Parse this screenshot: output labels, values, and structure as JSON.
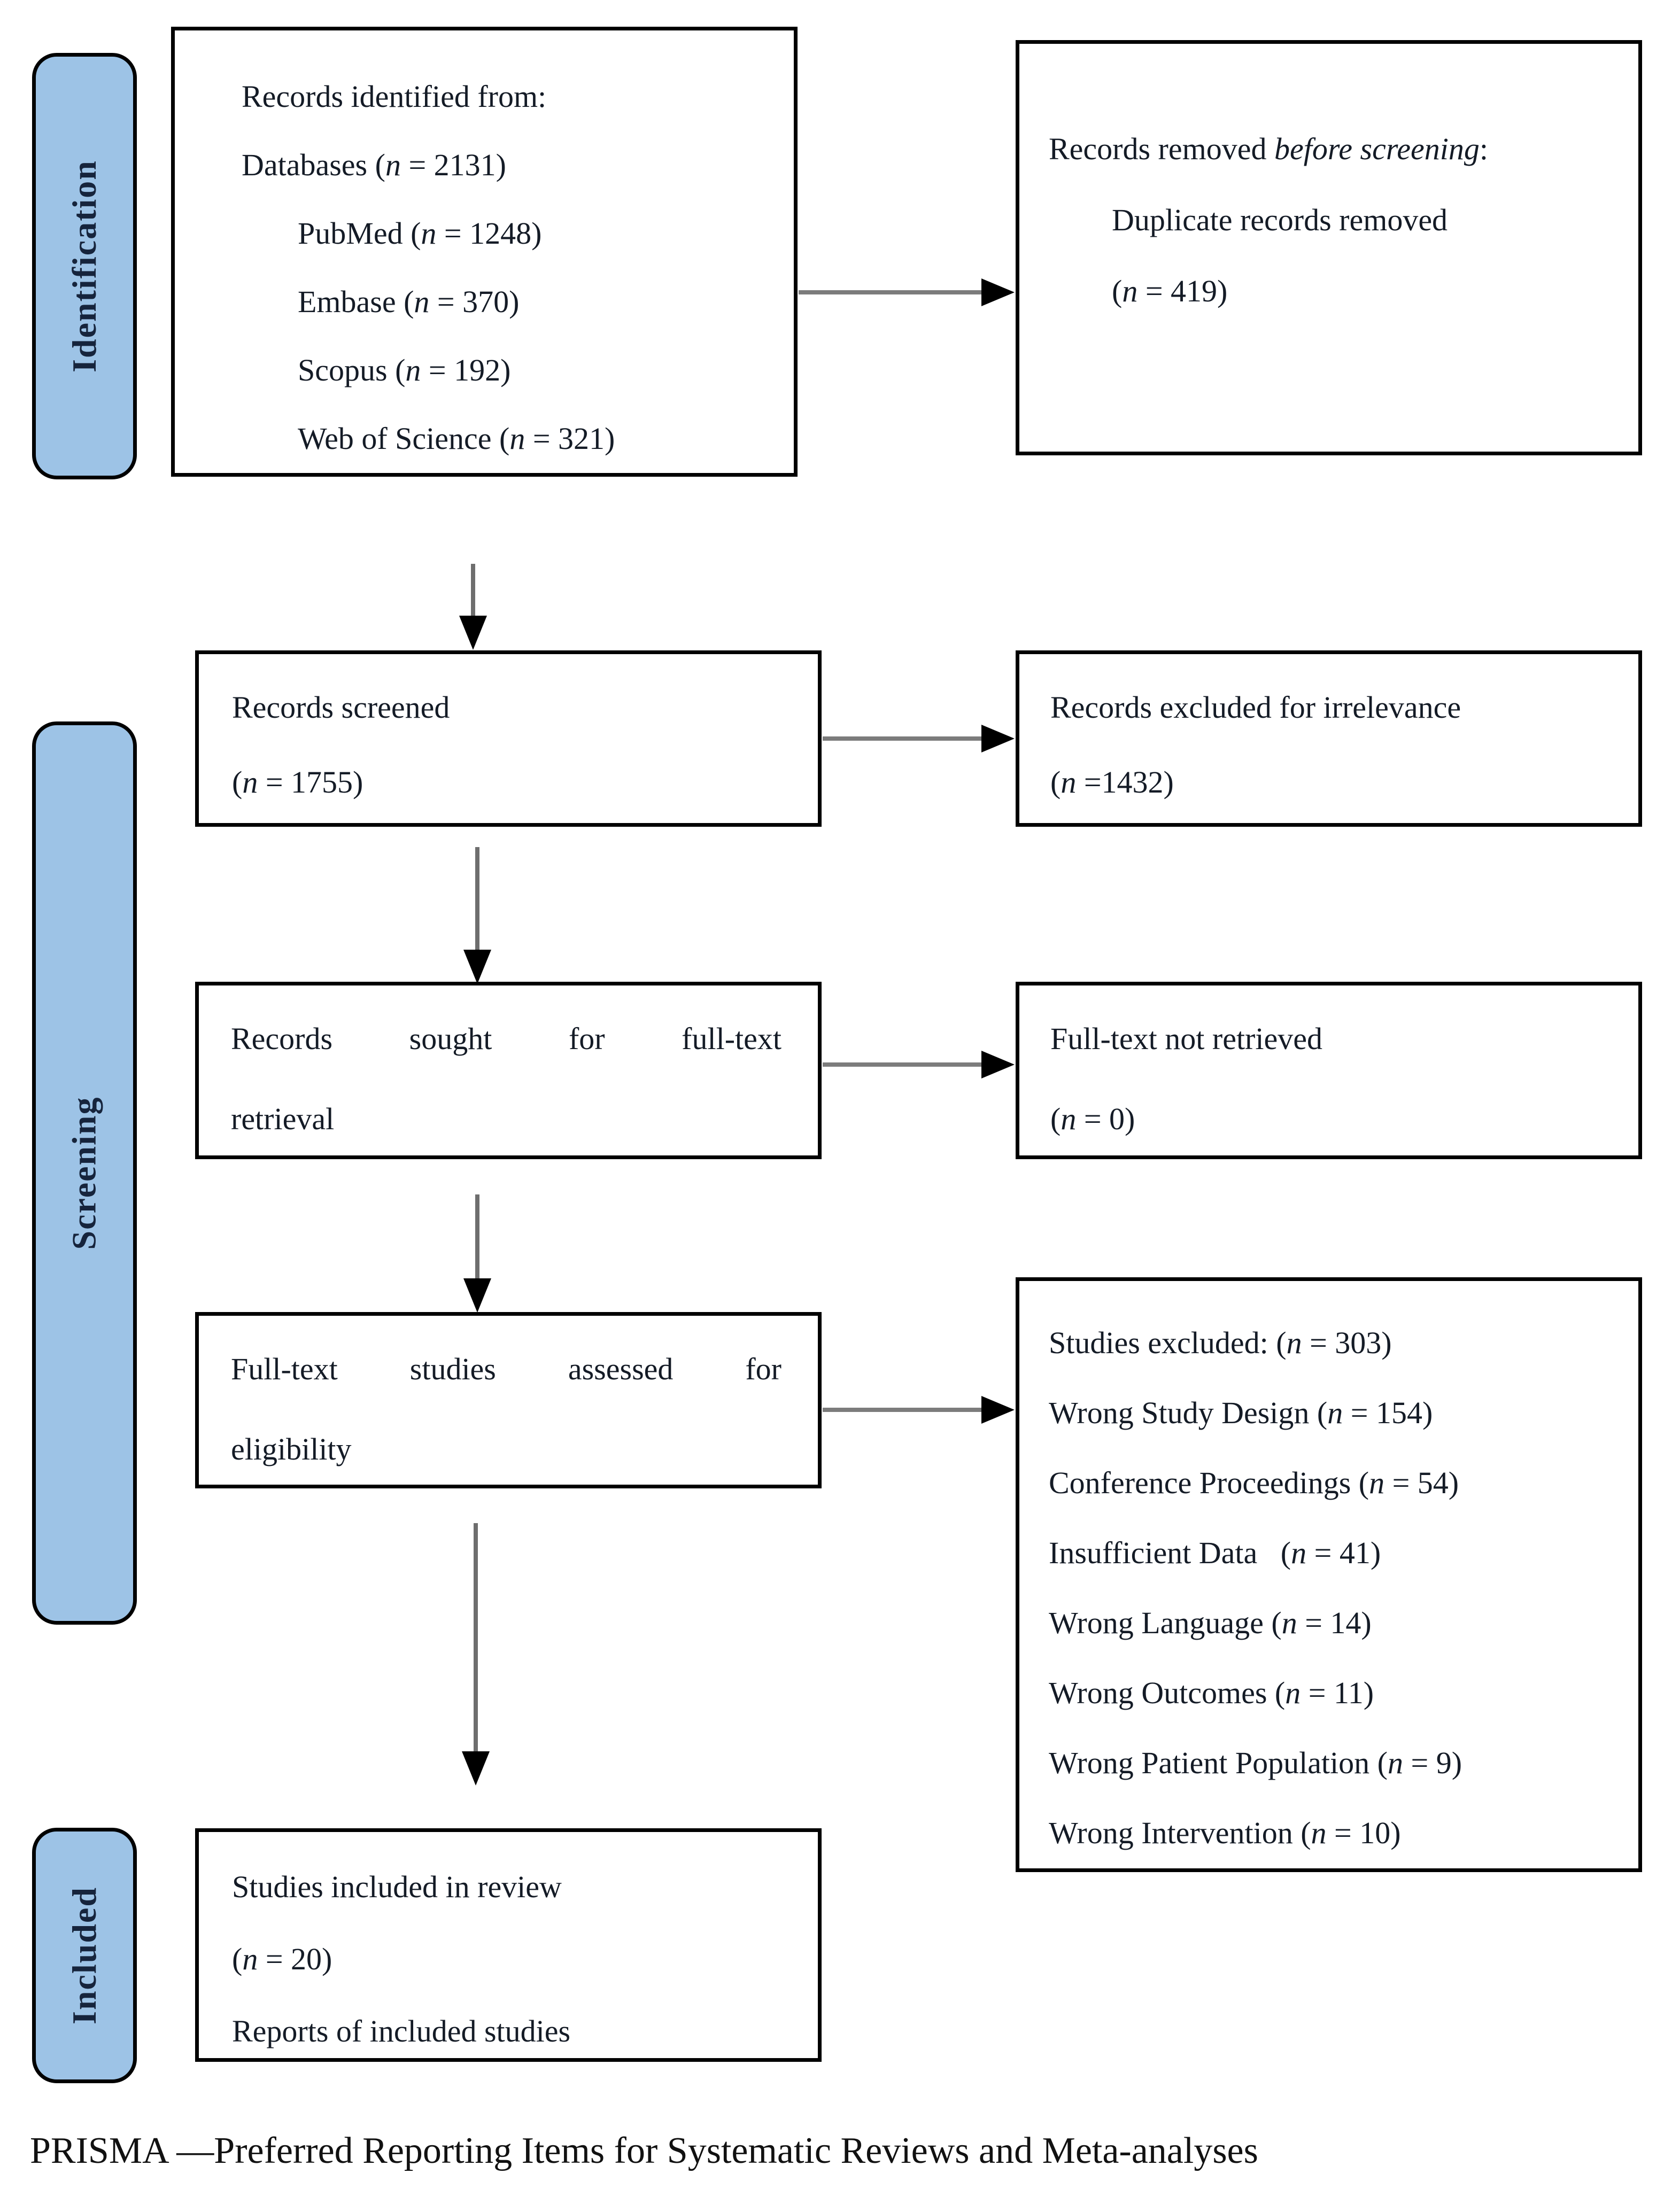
{
  "figure": {
    "caption": "PRISMA —Preferred Reporting Items for Systematic Reviews and Meta-analyses"
  },
  "colors": {
    "stage_fill": "#9dc3e6",
    "stage_border": "#000000",
    "box_border": "#000000",
    "box_fill": "#ffffff",
    "text": "#141b26",
    "arrow_shaft": "#7c7c7c",
    "arrow_head": "#000000",
    "background": "#ffffff"
  },
  "sidebar": {
    "stages": [
      {
        "label": "Identification"
      },
      {
        "label": "Screening"
      },
      {
        "label": "Included"
      }
    ]
  },
  "boxes": {
    "identified": {
      "lines": [
        {
          "pre": "Records identified from:",
          "it": "",
          "post": ""
        },
        {
          "pre": "Databases (",
          "it": "n",
          "post": " = 2131)"
        },
        {
          "pre": "PubMed (",
          "it": "n",
          "post": " = 1248)"
        },
        {
          "pre": "Embase (",
          "it": "n",
          "post": " = 370)"
        },
        {
          "pre": "Scopus (",
          "it": "n",
          "post": " = 192)"
        },
        {
          "pre": "Web of Science (",
          "it": "n",
          "post": " = 321)"
        }
      ]
    },
    "removed": {
      "lines": [
        {
          "pre": "Records removed ",
          "it": "before screening",
          "post": ":"
        },
        {
          "pre": "Duplicate records removed",
          "it": "",
          "post": ""
        },
        {
          "pre": "(",
          "it": "n",
          "post": " = 419)"
        }
      ]
    },
    "screened": {
      "lines": [
        {
          "pre": "Records screened",
          "it": "",
          "post": ""
        },
        {
          "pre": "(",
          "it": "n",
          "post": " = 1755)"
        }
      ]
    },
    "excluded_irrelevance": {
      "lines": [
        {
          "pre": "Records excluded for irrelevance",
          "it": "",
          "post": ""
        },
        {
          "pre": "(",
          "it": "n",
          "post": " =1432)"
        }
      ]
    },
    "sought": {
      "lines": [
        {
          "pre": "Records sought for full-text",
          "it": "",
          "post": ""
        },
        {
          "pre": "retrieval",
          "it": "",
          "post": ""
        }
      ]
    },
    "not_retrieved": {
      "lines": [
        {
          "pre": "Full-text not retrieved",
          "it": "",
          "post": ""
        },
        {
          "pre": "(",
          "it": "n",
          "post": " = 0)"
        }
      ]
    },
    "assessed": {
      "lines": [
        {
          "pre": "Full-text studies assessed for",
          "it": "",
          "post": ""
        },
        {
          "pre": "eligibility",
          "it": "",
          "post": ""
        }
      ]
    },
    "excluded_fulltext": {
      "lines": [
        {
          "pre": "Studies excluded: (",
          "it": "n",
          "post": " = 303)"
        },
        {
          "pre": "Wrong Study Design (",
          "it": "n",
          "post": " = 154)"
        },
        {
          "pre": "Conference Proceedings (",
          "it": "n",
          "post": " = 54)"
        },
        {
          "pre": "Insufficient Data   (",
          "it": "n",
          "post": " = 41)"
        },
        {
          "pre": "Wrong Language (",
          "it": "n",
          "post": " = 14)"
        },
        {
          "pre": "Wrong Outcomes (",
          "it": "n",
          "post": " = 11)"
        },
        {
          "pre": "Wrong Patient Population (",
          "it": "n",
          "post": " = 9)"
        },
        {
          "pre": "Wrong Intervention (",
          "it": "n",
          "post": " = 10)"
        }
      ]
    },
    "included_review": {
      "lines": [
        {
          "pre": "Studies included in review",
          "it": "",
          "post": ""
        },
        {
          "pre": "(",
          "it": "n",
          "post": " = 20)"
        },
        {
          "pre": "Reports of included studies",
          "it": "",
          "post": ""
        }
      ]
    }
  }
}
